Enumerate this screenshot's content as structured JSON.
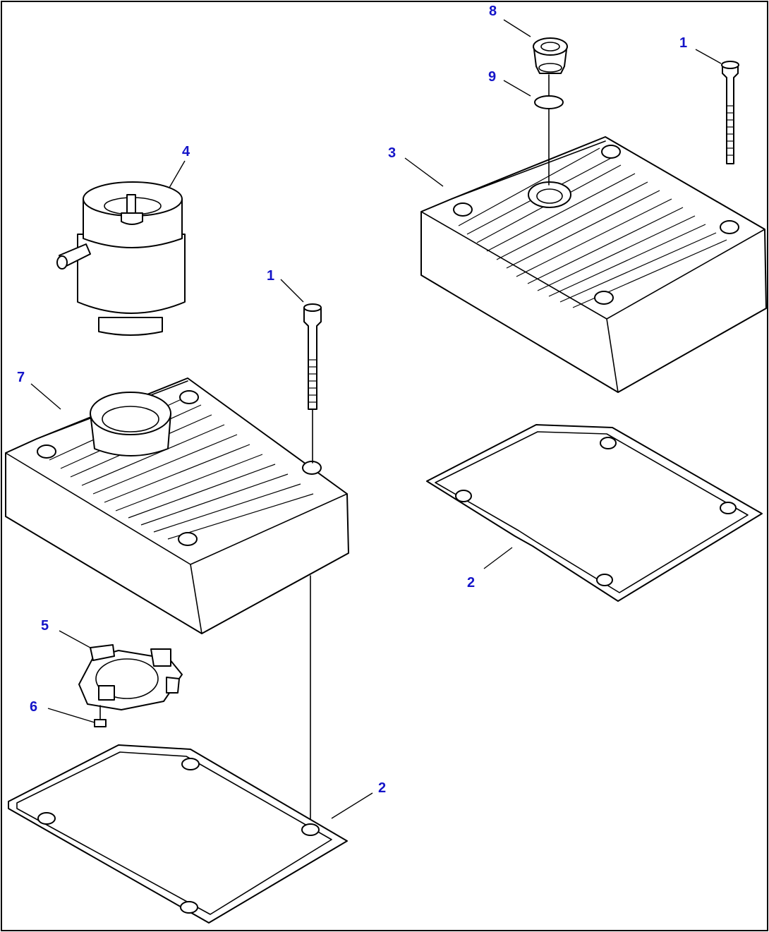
{
  "diagram": {
    "accent_color": "#1414c8",
    "callouts": [
      "8",
      "1",
      "9",
      "3",
      "4",
      "1",
      "7",
      "2",
      "5",
      "6",
      "2"
    ]
  }
}
